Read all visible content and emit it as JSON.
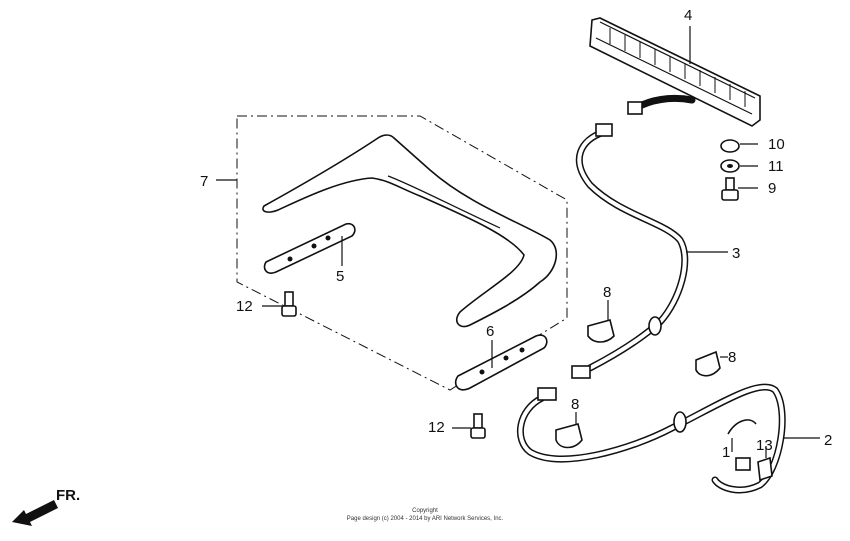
{
  "callouts": {
    "c1": "1",
    "c2": "2",
    "c3": "3",
    "c4": "4",
    "c5": "5",
    "c6": "6",
    "c7": "7",
    "c8a": "8",
    "c8b": "8",
    "c8c": "8",
    "c9": "9",
    "c10": "10",
    "c11": "11",
    "c12a": "12",
    "c12b": "12",
    "c13": "13"
  },
  "front_indicator": "FR.",
  "copyright": {
    "line1": "Copyright",
    "line2": "Page design (c) 2004 - 2014 by ARI Network Services, Inc."
  }
}
